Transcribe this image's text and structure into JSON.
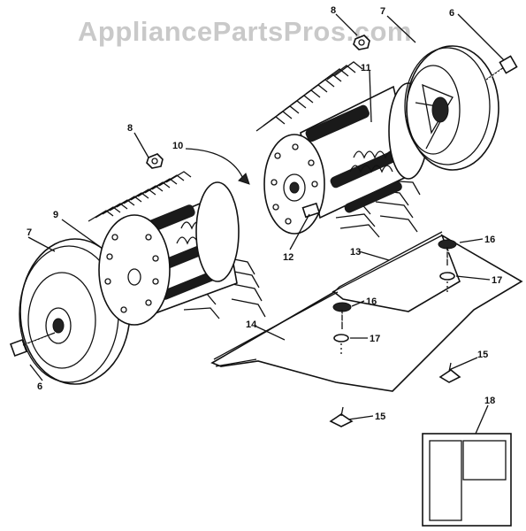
{
  "watermark": "AppliancePartsPros.com",
  "callouts": {
    "c6a": "6",
    "c6b": "6",
    "c7a": "7",
    "c7b": "7",
    "c8a": "8",
    "c8b": "8",
    "c9": "9",
    "c10": "10",
    "c11": "11",
    "c12": "12",
    "c13": "13",
    "c14": "14",
    "c15a": "15",
    "c15b": "15",
    "c16a": "16",
    "c16b": "16",
    "c17a": "17",
    "c17b": "17",
    "c18": "18"
  }
}
